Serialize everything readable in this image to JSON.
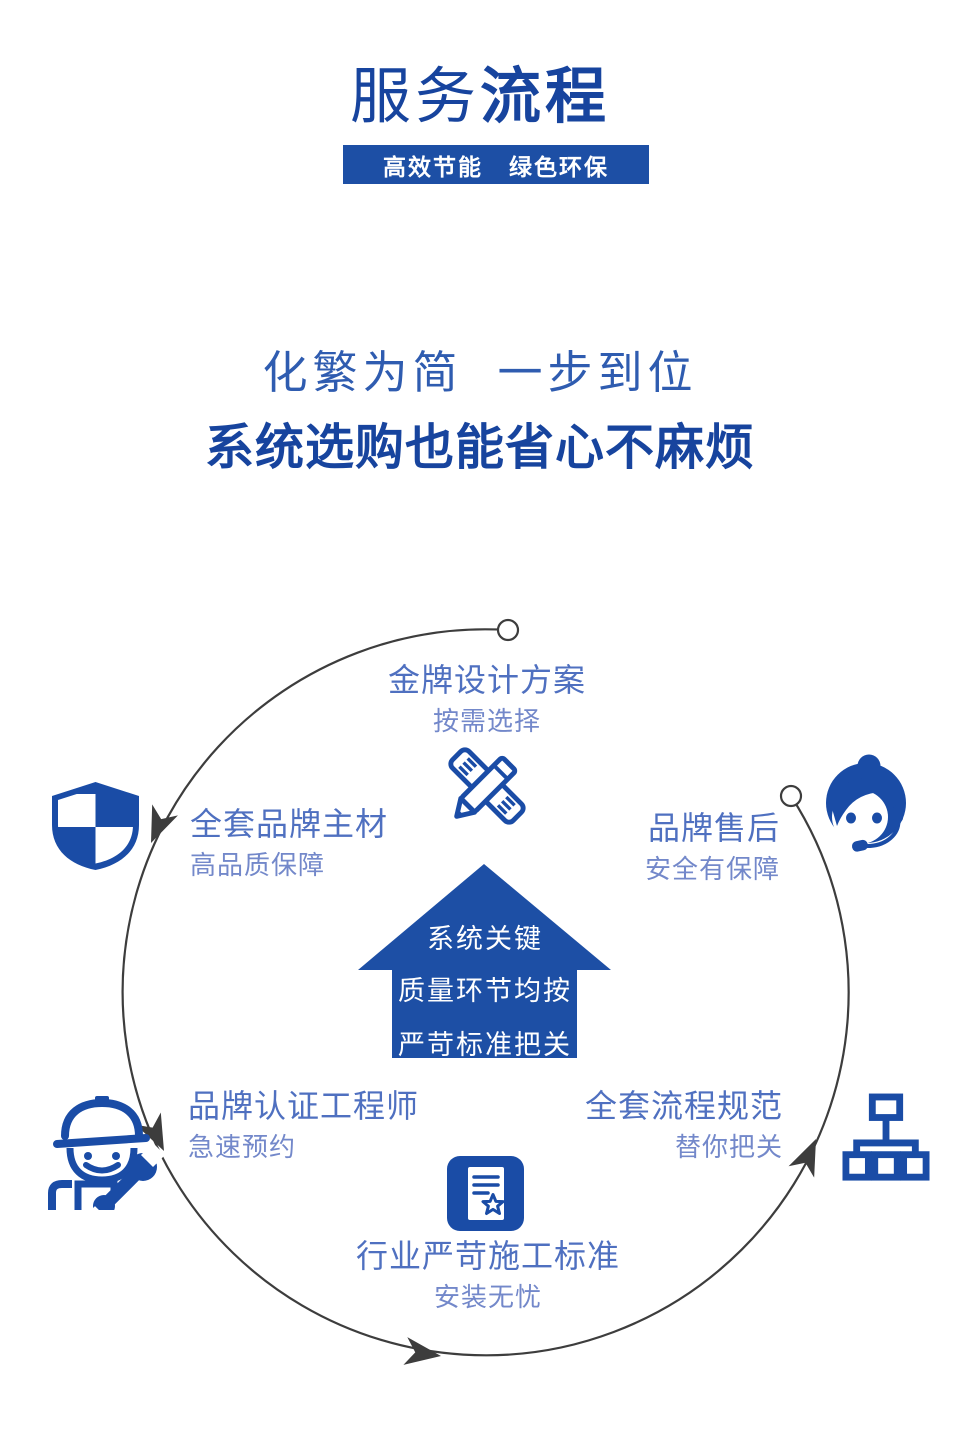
{
  "colors": {
    "dark_blue": "#17449e",
    "brand_blue": "#1d4fa5",
    "icon_blue": "#1a4ca6",
    "mid_blue": "#2f5cb0",
    "label_blue": "#4f70c0",
    "sublabel_blue": "#7388ca",
    "arc_gray": "#3d3d3d"
  },
  "header": {
    "title_light": "服务",
    "title_bold": "流程",
    "banner_left": "高效节能",
    "banner_right": "绿色环保"
  },
  "intro": {
    "line1": "化繁为简  一步到位",
    "line2": "系统选购也能省心不麻烦"
  },
  "diagram": {
    "center": {
      "lines": [
        "系统关键",
        "质量环节均按",
        "严苛标准把关"
      ]
    },
    "steps": [
      {
        "id": "design",
        "title": "金牌设计方案",
        "subtitle": "按需选择",
        "icon": "pencil-ruler-icon"
      },
      {
        "id": "materials",
        "title": "全套品牌主材",
        "subtitle": "高品质保障",
        "icon": "shield-icon"
      },
      {
        "id": "aftersale",
        "title": "品牌售后",
        "subtitle": "安全有保障",
        "icon": "customer-service-icon"
      },
      {
        "id": "engineer",
        "title": "品牌认证工程师",
        "subtitle": "急速预约",
        "icon": "worker-icon"
      },
      {
        "id": "process",
        "title": "全套流程规范",
        "subtitle": "替你把关",
        "icon": "org-chart-icon"
      },
      {
        "id": "construction",
        "title": "行业严苛施工标准",
        "subtitle": "安装无忧",
        "icon": "certificate-icon"
      }
    ]
  }
}
